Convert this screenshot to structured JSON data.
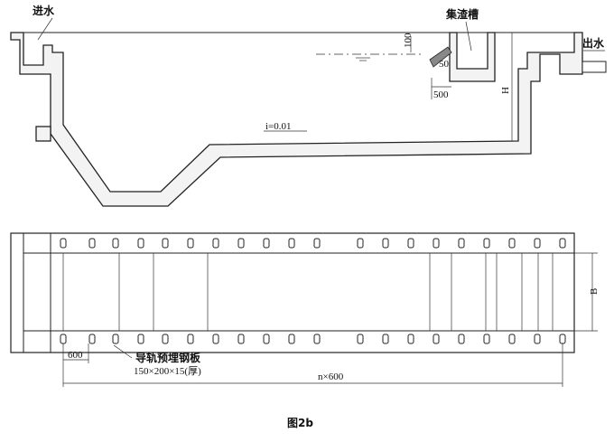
{
  "labels": {
    "inlet": "进水",
    "outlet": "出水",
    "collector": "集渣槽",
    "slope": "i=0.01",
    "dim_100": "100",
    "dim_50": "50",
    "dim_500": "500",
    "dim_H": "H",
    "dim_B": "B",
    "dim_600": "600",
    "rail": "导轨预埋钢板",
    "rail_size": "150×200×15(厚)",
    "total": "n×600",
    "caption": "图2b"
  }
}
